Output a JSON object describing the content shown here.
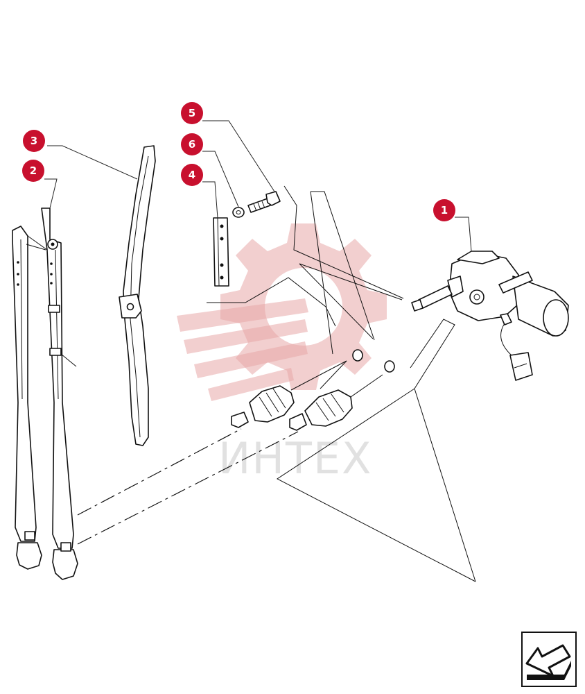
{
  "diagram": {
    "callouts": [
      {
        "label": "1",
        "part": "wiper-motor"
      },
      {
        "label": "2",
        "part": "wiper-arm"
      },
      {
        "label": "3",
        "part": "wiper-blade"
      },
      {
        "label": "4",
        "part": "mounting-plate"
      },
      {
        "label": "5",
        "part": "bolt"
      },
      {
        "label": "6",
        "part": "washer"
      }
    ],
    "watermark": {
      "text": "ИНТЕХ",
      "logo_color": "#e8a8a8"
    },
    "accent_color": "#c8102e",
    "nav_button": {
      "icon": "arrow-back-icon"
    }
  }
}
